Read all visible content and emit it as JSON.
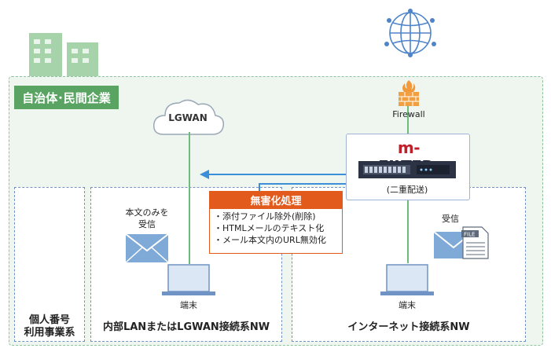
{
  "organization": {
    "label": "自治体･民間企業"
  },
  "cloud": {
    "label": "LGWAN"
  },
  "firewall": {
    "label": "Firewall"
  },
  "mfilter": {
    "logo_m": "m-",
    "logo_rest": "FILTER",
    "logo_reg": ".",
    "subtitle": "(二重配送)"
  },
  "processing": {
    "title": "無害化処理",
    "items": [
      "・添付ファイル除外(削除)",
      "・HTMLメールのテキスト化",
      "・メール本文内のURL無効化"
    ]
  },
  "internal_zone": {
    "receive_label_1": "本文のみを",
    "receive_label_2": "受信",
    "terminal_label": "端末",
    "title": "内部LANまたはLGWAN接続系NW"
  },
  "internet_zone": {
    "receive_label": "受信",
    "file_icon_text": "FILE",
    "terminal_label": "端末",
    "title": "インターネット接続系NW"
  },
  "mynumber_zone": {
    "title_line1": "個人番号",
    "title_line2": "利用事業系"
  },
  "colors": {
    "org_green": "#5aa463",
    "line_green": "#6dbb7d",
    "arrow_blue": "#3a8fd6",
    "process_orange": "#e35a1d",
    "icon_blue": "#6fa0d2"
  },
  "icons": [
    "building-icon",
    "globe-icon",
    "cloud-icon",
    "firewall-icon",
    "mail-icon",
    "file-mail-icon",
    "laptop-icon",
    "server-icon"
  ]
}
